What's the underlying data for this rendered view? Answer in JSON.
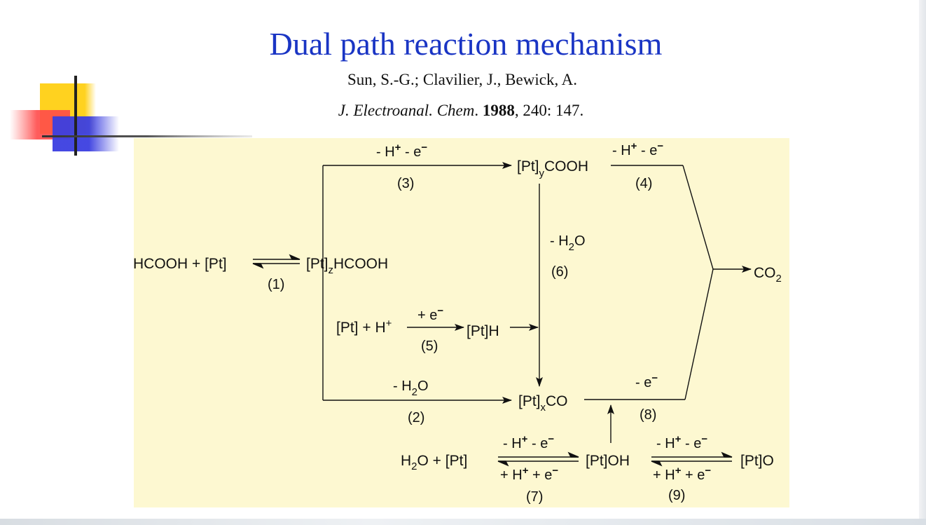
{
  "slide": {
    "title": "Dual path reaction mechanism",
    "authors": "Sun, S.-G.; Clavilier, J., Bewick, A.",
    "citation": {
      "journal": "J. Electroanal. Chem",
      "sep": ". ",
      "year": "1988",
      "pages": ", 240: 147."
    }
  },
  "diagram": {
    "colors": {
      "panel": "#fdf8d1",
      "title": "#1a35c4",
      "ink": "#111111"
    },
    "species": {
      "formic_reactants": "HCOOH + [Pt]",
      "adsorbed_formic": {
        "base": "[Pt]",
        "sub": "z",
        "rest": "HCOOH"
      },
      "pt_cooh": {
        "base": "[Pt]",
        "sub": "y",
        "rest": "COOH"
      },
      "pt_co": {
        "base": "[Pt]",
        "sub": "x",
        "rest": "CO"
      },
      "proton_reactants": {
        "base": "[Pt] + H",
        "sup": "+"
      },
      "pt_h": "[Pt]H",
      "water_reactants": {
        "pre": "H",
        "sub": "2",
        "rest": "O + [Pt]"
      },
      "pt_oh": "[Pt]OH",
      "pt_o": "[Pt]O",
      "co2": {
        "base": "CO",
        "sub": "2"
      }
    },
    "conditions": {
      "step3": {
        "a": "- H",
        "sup": "+",
        "b": " - e",
        "sup2": "−"
      },
      "step4": {
        "a": "- H",
        "sup": "+",
        "b": " - e",
        "sup2": "−"
      },
      "step5": {
        "a": "+ e",
        "sup": "−"
      },
      "step6": {
        "a": "- H",
        "sub": "2",
        "b": "O"
      },
      "step2": {
        "a": "- H",
        "sub": "2",
        "b": "O"
      },
      "step8": {
        "a": "- e",
        "sup": "−"
      },
      "step7_fwd": {
        "a": "- H",
        "sup": "+",
        "b": " - e",
        "sup2": "−"
      },
      "step7_rev": {
        "a": "+ H",
        "sup": "+",
        "b": " + e",
        "sup2": "−"
      },
      "step9_fwd": {
        "a": "- H",
        "sup": "+",
        "b": " - e",
        "sup2": "−"
      },
      "step9_rev": {
        "a": "+ H",
        "sup": "+",
        "b": " + e",
        "sup2": "−"
      }
    },
    "steps": {
      "s1": "(1)",
      "s2": "(2)",
      "s3": "(3)",
      "s4": "(4)",
      "s5": "(5)",
      "s6": "(6)",
      "s7": "(7)",
      "s8": "(8)",
      "s9": "(9)"
    }
  }
}
